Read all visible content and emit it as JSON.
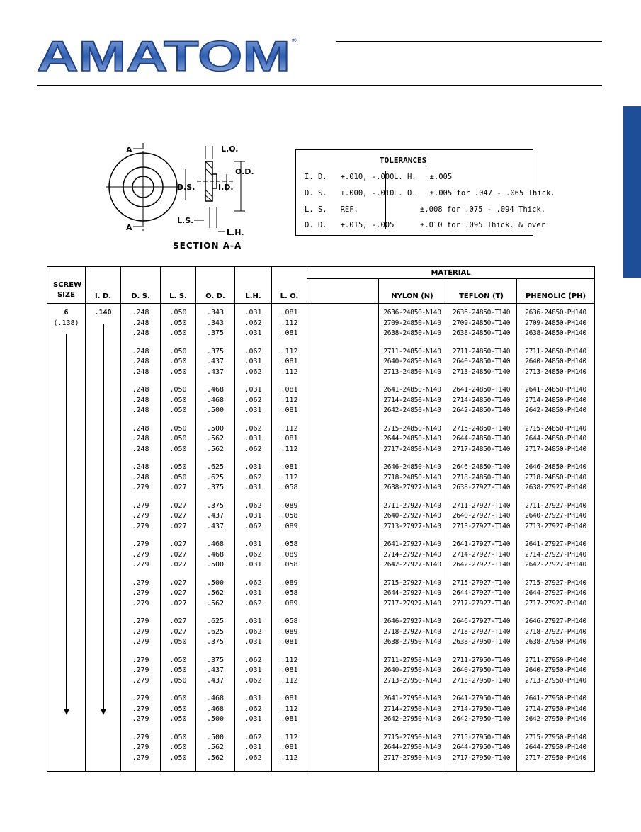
{
  "brand": {
    "name": "AMATOM",
    "registered": "®",
    "color": "#1f4e98"
  },
  "diagram": {
    "labels": {
      "section_a_top": "A",
      "section_a_bottom": "A",
      "lo": "L.O.",
      "od": "O.D.",
      "ds": "D.S.",
      "id": "I.D.",
      "ls": "L.S.",
      "lh": "L.H."
    },
    "section_label": "SECTION A-A"
  },
  "tolerances": {
    "title": "TOLERANCES",
    "left": [
      {
        "label": "I. D.",
        "value": "+.010, -.000"
      },
      {
        "label": "D. S.",
        "value": "+.000, -.010"
      },
      {
        "label": "L. S.",
        "value": "REF."
      },
      {
        "label": "O. D.",
        "value": "+.015, -.005"
      }
    ],
    "right": [
      {
        "label": "L. H.",
        "value": "±.005"
      },
      {
        "label": "L. O.",
        "value": "±.005 for .047 - .065 Thick."
      },
      {
        "label": "",
        "value": "±.008 for .075 - .094 Thick."
      },
      {
        "label": "",
        "value": "±.010 for .095 Thick. & over"
      }
    ]
  },
  "table": {
    "headers": {
      "screw_size": "SCREW SIZE",
      "id": "I. D.",
      "ds": "D. S.",
      "ls": "L. S.",
      "od": "O. D.",
      "lh": "L.H.",
      "lo": "L. O.",
      "material": "MATERIAL",
      "nylon": "NYLON (N)",
      "teflon": "TEFLON (T)",
      "phenolic": "PHENOLIC (PH)"
    },
    "screw_size": "6",
    "screw_size_sub": "(.138)",
    "id_value": ".140",
    "groups": [
      [
        [
          ".248",
          ".050",
          ".343",
          ".031",
          ".081",
          "2636-24850-N140",
          "2636-24850-T140",
          "2636-24850-PH140"
        ],
        [
          ".248",
          ".050",
          ".343",
          ".062",
          ".112",
          "2709-24850-N140",
          "2709-24850-T140",
          "2709-24850-PH140"
        ],
        [
          ".248",
          ".050",
          ".375",
          ".031",
          ".081",
          "2638-24850-N140",
          "2638-24850-T140",
          "2638-24850-PH140"
        ]
      ],
      [
        [
          ".248",
          ".050",
          ".375",
          ".062",
          ".112",
          "2711-24850-N140",
          "2711-24850-T140",
          "2711-24850-PH140"
        ],
        [
          ".248",
          ".050",
          ".437",
          ".031",
          ".081",
          "2640-24850-N140",
          "2640-24850-T140",
          "2640-24850-PH140"
        ],
        [
          ".248",
          ".050",
          ".437",
          ".062",
          ".112",
          "2713-24850-N140",
          "2713-24850-T140",
          "2713-24850-PH140"
        ]
      ],
      [
        [
          ".248",
          ".050",
          ".468",
          ".031",
          ".081",
          "2641-24850-N140",
          "2641-24850-T140",
          "2641-24850-PH140"
        ],
        [
          ".248",
          ".050",
          ".468",
          ".062",
          ".112",
          "2714-24850-N140",
          "2714-24850-T140",
          "2714-24850-PH140"
        ],
        [
          ".248",
          ".050",
          ".500",
          ".031",
          ".081",
          "2642-24850-N140",
          "2642-24850-T140",
          "2642-24850-PH140"
        ]
      ],
      [
        [
          ".248",
          ".050",
          ".500",
          ".062",
          ".112",
          "2715-24850-N140",
          "2715-24850-T140",
          "2715-24850-PH140"
        ],
        [
          ".248",
          ".050",
          ".562",
          ".031",
          ".081",
          "2644-24850-N140",
          "2644-24850-T140",
          "2644-24850-PH140"
        ],
        [
          ".248",
          ".050",
          ".562",
          ".062",
          ".112",
          "2717-24850-N140",
          "2717-24850-T140",
          "2717-24850-PH140"
        ]
      ],
      [
        [
          ".248",
          ".050",
          ".625",
          ".031",
          ".081",
          "2646-24850-N140",
          "2646-24850-T140",
          "2646-24850-PH140"
        ],
        [
          ".248",
          ".050",
          ".625",
          ".062",
          ".112",
          "2718-24850-N140",
          "2718-24850-T140",
          "2718-24850-PH140"
        ],
        [
          ".279",
          ".027",
          ".375",
          ".031",
          ".058",
          "2638-27927-N140",
          "2638-27927-T140",
          "2638-27927-PH140"
        ]
      ],
      [
        [
          ".279",
          ".027",
          ".375",
          ".062",
          ".089",
          "2711-27927-N140",
          "2711-27927-T140",
          "2711-27927-PH140"
        ],
        [
          ".279",
          ".027",
          ".437",
          ".031",
          ".058",
          "2640-27927-N140",
          "2640-27927-T140",
          "2640-27927-PH140"
        ],
        [
          ".279",
          ".027",
          ".437",
          ".062",
          ".089",
          "2713-27927-N140",
          "2713-27927-T140",
          "2713-27927-PH140"
        ]
      ],
      [
        [
          ".279",
          ".027",
          ".468",
          ".031",
          ".058",
          "2641-27927-N140",
          "2641-27927-T140",
          "2641-27927-PH140"
        ],
        [
          ".279",
          ".027",
          ".468",
          ".062",
          ".089",
          "2714-27927-N140",
          "2714-27927-T140",
          "2714-27927-PH140"
        ],
        [
          ".279",
          ".027",
          ".500",
          ".031",
          ".058",
          "2642-27927-N140",
          "2642-27927-T140",
          "2642-27927-PH140"
        ]
      ],
      [
        [
          ".279",
          ".027",
          ".500",
          ".062",
          ".089",
          "2715-27927-N140",
          "2715-27927-T140",
          "2715-27927-PH140"
        ],
        [
          ".279",
          ".027",
          ".562",
          ".031",
          ".058",
          "2644-27927-N140",
          "2644-27927-T140",
          "2644-27927-PH140"
        ],
        [
          ".279",
          ".027",
          ".562",
          ".062",
          ".089",
          "2717-27927-N140",
          "2717-27927-T140",
          "2717-27927-PH140"
        ]
      ],
      [
        [
          ".279",
          ".027",
          ".625",
          ".031",
          ".058",
          "2646-27927-N140",
          "2646-27927-T140",
          "2646-27927-PH140"
        ],
        [
          ".279",
          ".027",
          ".625",
          ".062",
          ".089",
          "2718-27927-N140",
          "2718-27927-T140",
          "2718-27927-PH140"
        ],
        [
          ".279",
          ".050",
          ".375",
          ".031",
          ".081",
          "2638-27950-N140",
          "2638-27950-T140",
          "2638-27950-PH140"
        ]
      ],
      [
        [
          ".279",
          ".050",
          ".375",
          ".062",
          ".112",
          "2711-27950-N140",
          "2711-27950-T140",
          "2711-27950-PH140"
        ],
        [
          ".279",
          ".050",
          ".437",
          ".031",
          ".081",
          "2640-27950-N140",
          "2640-27950-T140",
          "2640-27950-PH140"
        ],
        [
          ".279",
          ".050",
          ".437",
          ".062",
          ".112",
          "2713-27950-N140",
          "2713-27950-T140",
          "2713-27950-PH140"
        ]
      ],
      [
        [
          ".279",
          ".050",
          ".468",
          ".031",
          ".081",
          "2641-27950-N140",
          "2641-27950-T140",
          "2641-27950-PH140"
        ],
        [
          ".279",
          ".050",
          ".468",
          ".062",
          ".112",
          "2714-27950-N140",
          "2714-27950-T140",
          "2714-27950-PH140"
        ],
        [
          ".279",
          ".050",
          ".500",
          ".031",
          ".081",
          "2642-27950-N140",
          "2642-27950-T140",
          "2642-27950-PH140"
        ]
      ],
      [
        [
          ".279",
          ".050",
          ".500",
          ".062",
          ".112",
          "2715-27950-N140",
          "2715-27950-T140",
          "2715-27950-PH140"
        ],
        [
          ".279",
          ".050",
          ".562",
          ".031",
          ".081",
          "2644-27950-N140",
          "2644-27950-T140",
          "2644-27950-PH140"
        ],
        [
          ".279",
          ".050",
          ".562",
          ".062",
          ".112",
          "2717-27950-N140",
          "2717-27950-T140",
          "2717-27950-PH140"
        ]
      ]
    ]
  }
}
